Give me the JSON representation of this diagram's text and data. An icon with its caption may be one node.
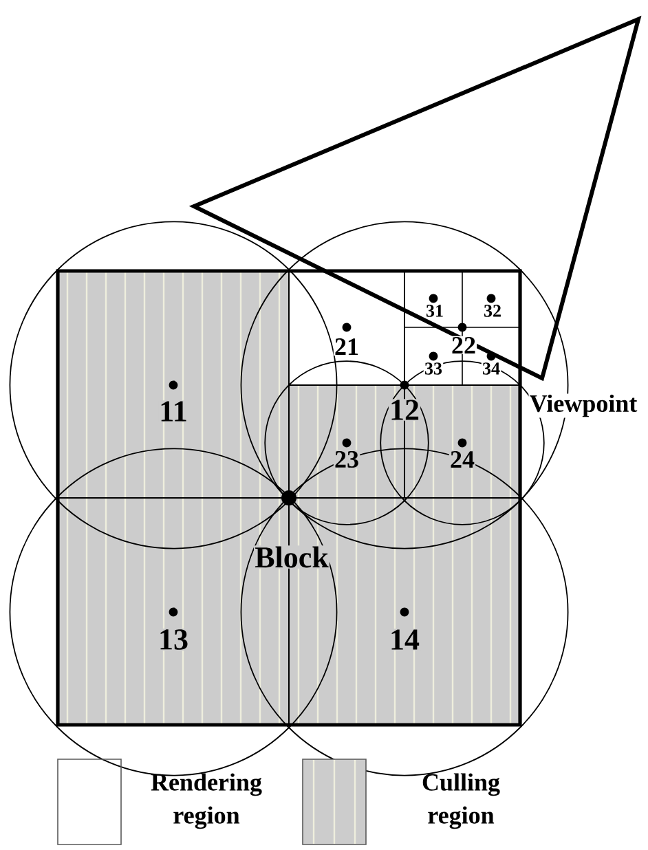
{
  "diagram": {
    "labels": [
      "31",
      "32",
      "21",
      "22",
      "33",
      "34",
      "11",
      "12",
      "Viewpoint",
      "23",
      "24",
      "Block",
      "13",
      "14"
    ],
    "legend": [
      {
        "text": "Rendering region"
      },
      {
        "text": "Culling region",
        "color": "#cccccc"
      }
    ]
  }
}
